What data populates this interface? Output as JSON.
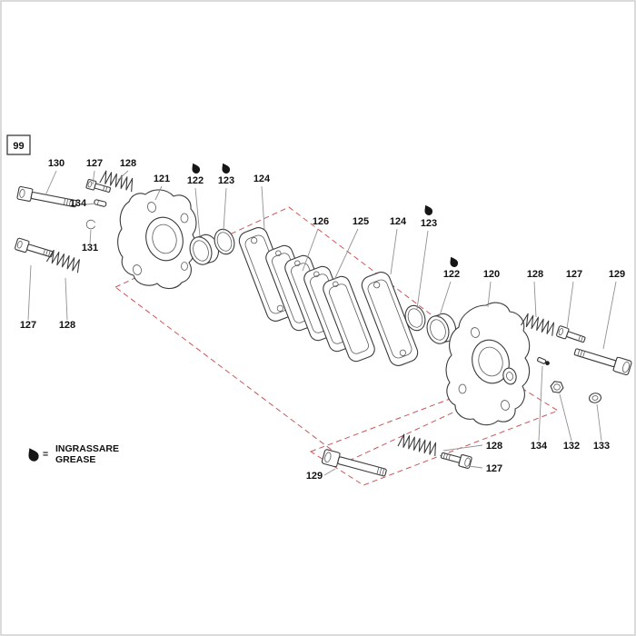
{
  "figure": {
    "frame_number": "99",
    "legend": {
      "equals": "=",
      "line1": "INGRASSARE",
      "line2": "GREASE"
    },
    "callouts": [
      {
        "label": "130"
      },
      {
        "label": "127"
      },
      {
        "label": "128"
      },
      {
        "label": "121"
      },
      {
        "label": "122"
      },
      {
        "label": "123"
      },
      {
        "label": "124"
      },
      {
        "label": "134"
      },
      {
        "label": "131"
      },
      {
        "label": "126"
      },
      {
        "label": "125"
      },
      {
        "label": "124"
      },
      {
        "label": "123"
      },
      {
        "label": "122"
      },
      {
        "label": "120"
      },
      {
        "label": "128"
      },
      {
        "label": "127"
      },
      {
        "label": "129"
      },
      {
        "label": "127"
      },
      {
        "label": "128"
      },
      {
        "label": "128"
      },
      {
        "label": "134"
      },
      {
        "label": "132"
      },
      {
        "label": "133"
      },
      {
        "label": "127"
      },
      {
        "label": "129"
      }
    ],
    "colors": {
      "outline": "#3b3b3b",
      "leader": "#909090",
      "section_dashed": "#c9565a",
      "grease_drop": "#161616",
      "frame": "#cfcfcf"
    }
  }
}
